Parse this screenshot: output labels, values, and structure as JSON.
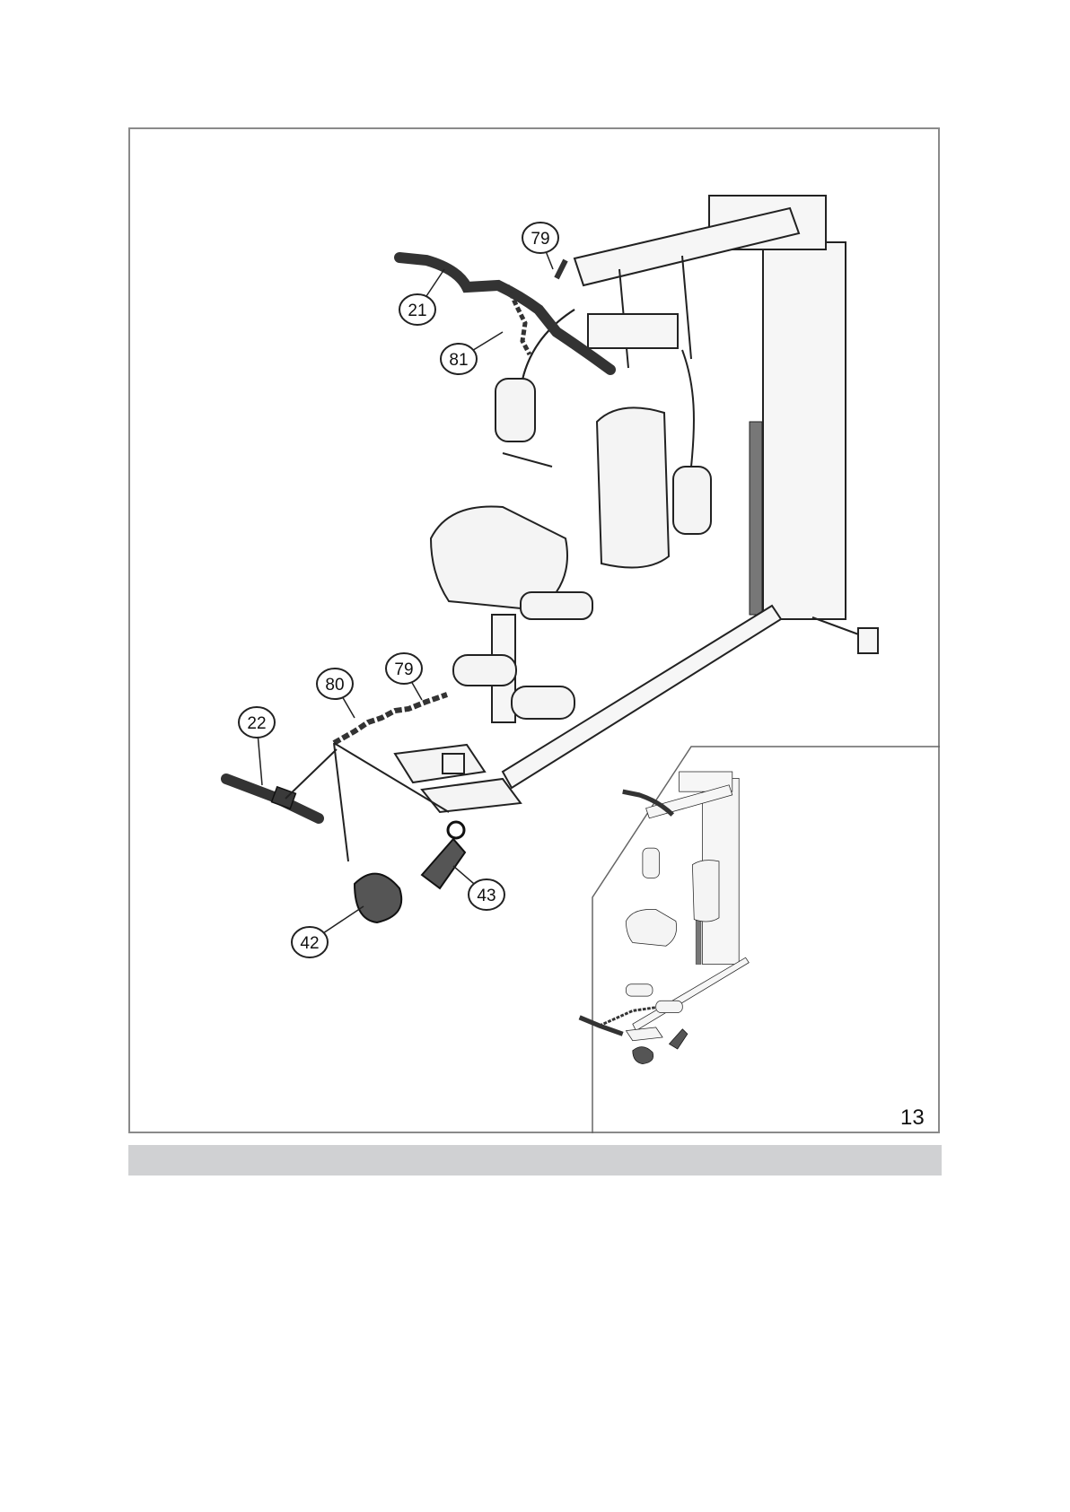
{
  "step_number": "13",
  "callouts": [
    {
      "id": "c79a",
      "label": "79"
    },
    {
      "id": "c21",
      "label": "21"
    },
    {
      "id": "c81",
      "label": "81"
    },
    {
      "id": "c80",
      "label": "80"
    },
    {
      "id": "c79b",
      "label": "79"
    },
    {
      "id": "c22",
      "label": "22"
    },
    {
      "id": "c43",
      "label": "43"
    },
    {
      "id": "c42",
      "label": "42"
    }
  ],
  "colors": {
    "border": "#8a8a8a",
    "bar": "#d0d1d3",
    "ink": "#222222"
  }
}
